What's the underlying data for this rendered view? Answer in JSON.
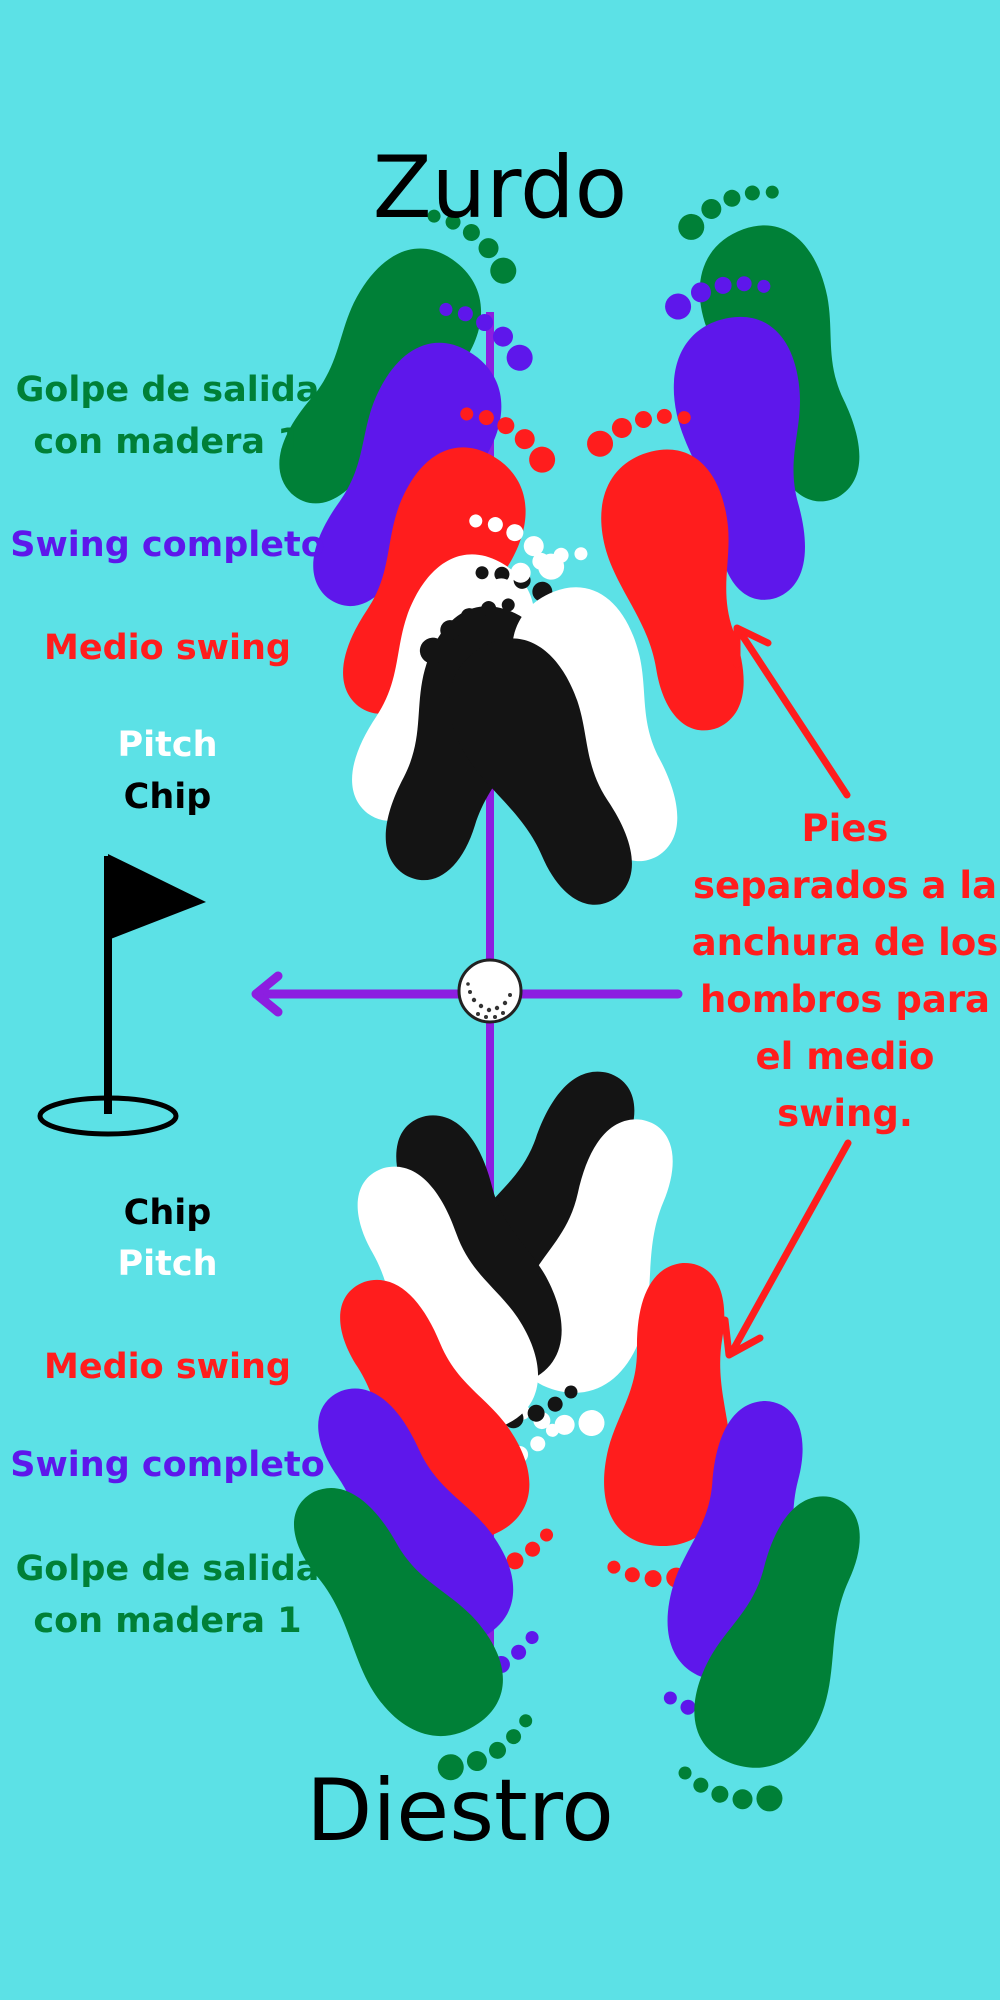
{
  "titles": {
    "top": "Zurdo",
    "bottom": "Diestro"
  },
  "labels_top": {
    "driver_line1": "Golpe de salida",
    "driver_line2": "con madera 1",
    "full_swing": "Swing completo",
    "half_swing": "Medio swing",
    "pitch": "Pitch",
    "chip": "Chip"
  },
  "labels_bottom": {
    "chip": "Chip",
    "pitch": "Pitch",
    "half_swing": "Medio swing",
    "full_swing": "Swing completo",
    "driver_line1": "Golpe de salida",
    "driver_line2": "con madera 1"
  },
  "note_lines": [
    "Pies",
    "separados a la",
    "anchura de los",
    "hombros para",
    "el medio",
    "swing."
  ],
  "colors": {
    "background": "#5ce1e6",
    "driver": "#008037",
    "full_swing": "#5e17eb",
    "half_swing": "#ff1d1d",
    "pitch": "#ffffff",
    "chip": "#141414",
    "guide_line": "#8c1ee0",
    "arrow": "#ff1d1d"
  },
  "icons": [
    "footprint-icon",
    "golf-ball-icon",
    "flag-icon",
    "arrow-left-icon"
  ]
}
